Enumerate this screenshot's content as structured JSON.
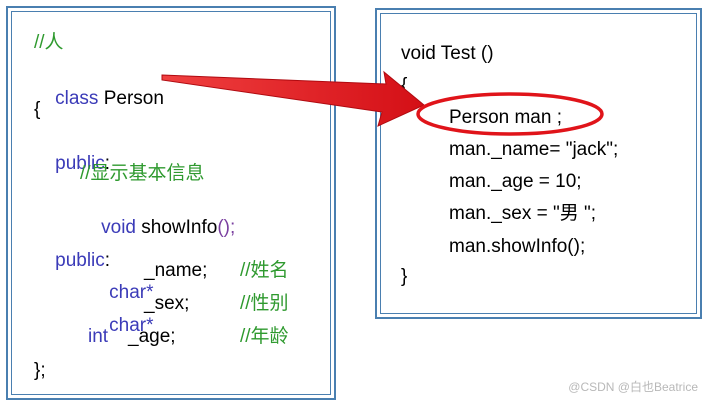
{
  "class_def": {
    "comment_person": "//人",
    "class_keyword": "class",
    "class_name": "Person",
    "open_brace": "{",
    "public1": "public",
    "colon": ":",
    "comment_info": "//显示基本信息",
    "void_kw": "void",
    "method_name": "showInfo",
    "method_sig_rest": "();",
    "public2": "public",
    "char_kw1": "char*",
    "field_name": "_name;",
    "comment_name": "//姓名",
    "char_kw2": "char*",
    "field_sex": "_sex;",
    "comment_sex": "//性别",
    "int_kw": "int",
    "field_age": "_age;",
    "comment_age": "//年龄",
    "close_brace": "};"
  },
  "test_func": {
    "signature": "void Test ()",
    "open_brace": "{",
    "decl": "Person man ;",
    "assign_name": "man._name= \"jack\";",
    "assign_age": "man._age = 10;",
    "assign_sex": "man._sex = \"男 \";",
    "call": "man.showInfo();",
    "close_brace": "}"
  },
  "watermark": "@CSDN @白也Beatrice",
  "colors": {
    "border": "#4a7fb0",
    "keyword": "#3b3bb8",
    "comment": "#2f9a2f",
    "arrow": "#e0141a"
  }
}
